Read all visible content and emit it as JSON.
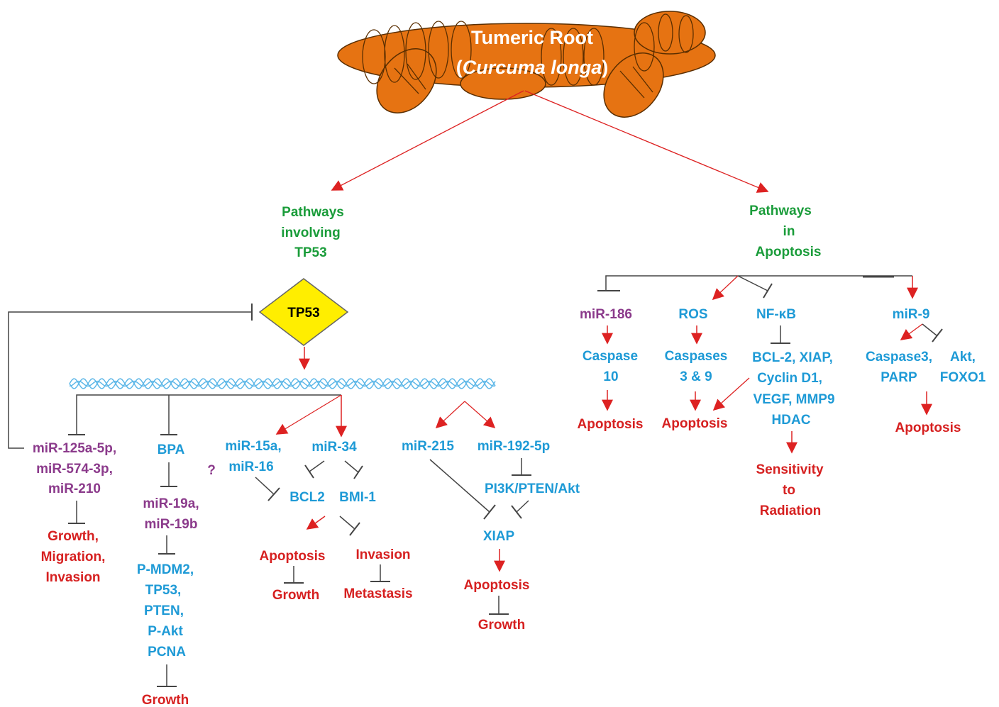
{
  "title": {
    "line1": "Tumeric Root",
    "paren_open": "(",
    "species": "Curcuma longa",
    "paren_close": ")"
  },
  "colors": {
    "root": "#e67312",
    "root_stroke": "#5a2e00",
    "inhibit_line": "#444444",
    "activate_arrow": "#dd2222",
    "green": "#1a9c3a",
    "blue": "#1e9ad6",
    "purple": "#8b3a8b",
    "red": "#d62020",
    "diamond": "#ffee00",
    "dna": "#5fb8e8"
  },
  "tp53_branch": {
    "heading": [
      "Pathways",
      "involving",
      "TP53"
    ],
    "node": "TP53",
    "col1": {
      "mirs": [
        "miR-125a-5p,",
        "miR-574-3p,",
        "miR-210"
      ],
      "outcomes": [
        "Growth,",
        "Migration,",
        "Invasion"
      ]
    },
    "col2": {
      "top": "BPA",
      "question": "?",
      "mirs": [
        "miR-19a,",
        "miR-19b"
      ],
      "targets": [
        "P-MDM2,",
        "TP53,",
        "PTEN,",
        "P-Akt",
        "PCNA"
      ],
      "outcome": "Growth"
    },
    "col3": {
      "mir_a": [
        "miR-15a,",
        "miR-16"
      ],
      "mir_b": "miR-34",
      "target_a": "BCL2",
      "target_b": "BMI-1",
      "apoptosis": "Apoptosis",
      "invasion": "Invasion",
      "growth": "Growth",
      "metastasis": "Metastasis"
    },
    "col4": {
      "mir_a": "miR-215",
      "mir_b": "miR-192-5p",
      "pathway": "PI3K/PTEN/Akt",
      "target": "XIAP",
      "apoptosis": "Apoptosis",
      "growth": "Growth"
    }
  },
  "apoptosis_branch": {
    "heading": [
      "Pathways",
      "in",
      "Apoptosis"
    ],
    "col1": {
      "mir": "miR-186",
      "target": [
        "Caspase",
        "10"
      ],
      "outcome": "Apoptosis"
    },
    "col2": {
      "top": "ROS",
      "target": [
        "Caspases",
        "3 & 9"
      ],
      "outcome": "Apoptosis"
    },
    "col3": {
      "top": "NF-κB",
      "targets": [
        "BCL-2, XIAP,",
        "Cyclin D1,",
        "VEGF, MMP9",
        "HDAC"
      ],
      "outcome": [
        "Sensitivity",
        "to",
        "Radiation"
      ]
    },
    "col4": {
      "mir": "miR-9",
      "target_a": [
        "Caspase3,",
        "PARP"
      ],
      "target_b": [
        "Akt,",
        "FOXO1"
      ],
      "outcome": "Apoptosis"
    }
  }
}
